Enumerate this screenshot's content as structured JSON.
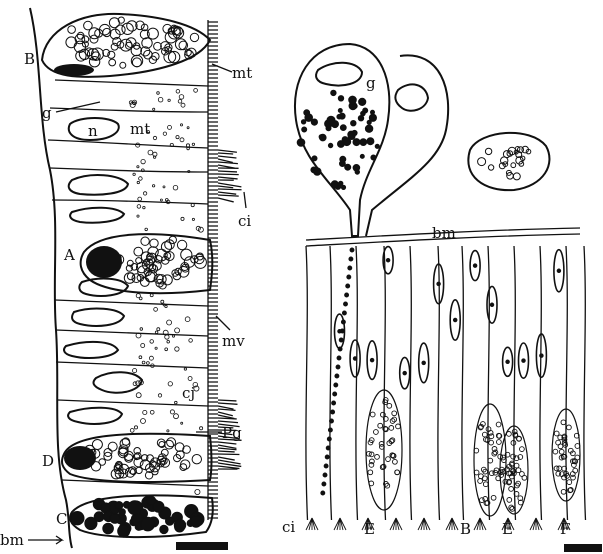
{
  "figure": {
    "left_panel": {
      "labels": {
        "B": "B",
        "g": "g",
        "n": "n",
        "mt_top": "mt",
        "mt_mid": "mt",
        "A": "A",
        "ci": "ci",
        "mv": "mv",
        "cj": "cj",
        "Pg": "Pg",
        "D": "D",
        "C": "C",
        "bm": "bm"
      }
    },
    "right_panel": {
      "labels": {
        "g": "g",
        "bm": "bm",
        "ci": "ci",
        "E_left": "E",
        "B": "B",
        "E_right": "E",
        "F": "F"
      }
    },
    "colors": {
      "ink": "#111111",
      "background": "#ffffff"
    }
  }
}
